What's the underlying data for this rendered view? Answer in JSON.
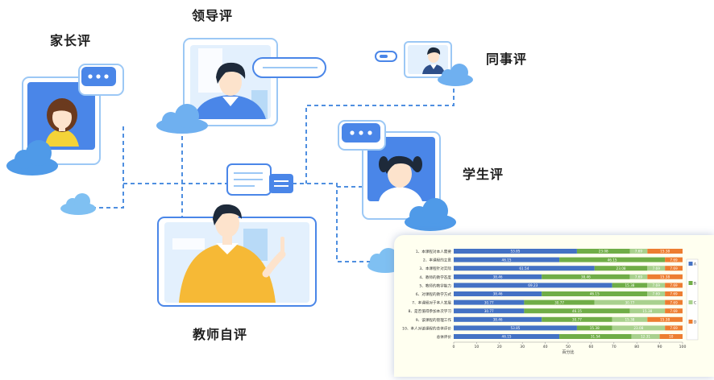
{
  "diagram": {
    "labels": {
      "parent": "家长评",
      "leader": "领导评",
      "colleague": "同事评",
      "student": "学生评",
      "self": "教师自评"
    },
    "colors": {
      "dashed_line": "#4f8fe0",
      "cloud": "#6fb0f0",
      "frame": "#9cc8f5",
      "accent_blue": "#4a86e8",
      "teacher_sweater": "#f6b936"
    }
  },
  "chart_data": {
    "type": "bar",
    "orientation": "horizontal",
    "stacked": true,
    "categories": [
      "1、本课程对本人需要",
      "2、本课程的立意",
      "3、本课程针对实际",
      "4、教师的教学态度",
      "5、教师的教学能力",
      "6、对课程的教学方式",
      "7、本课程对于本人发展",
      "8、是否值得参加本次学习",
      "9、该课程的管理工作",
      "10、本人对该课程的总体评价",
      "总体评价"
    ],
    "series": [
      {
        "name": "A",
        "color": "#4472c4",
        "values": [
          53.85,
          46.15,
          61.54,
          38.46,
          69.23,
          38.46,
          30.77,
          30.77,
          38.46,
          53.85,
          46.15
        ]
      },
      {
        "name": "B",
        "color": "#70ad47",
        "values": [
          23.08,
          46.15,
          23.08,
          38.46,
          15.38,
          46.15,
          30.77,
          46.15,
          30.77,
          15.38,
          31.54
        ]
      },
      {
        "name": "C",
        "color": "#a9d18e",
        "values": [
          7.69,
          0,
          7.69,
          7.69,
          7.69,
          7.69,
          30.77,
          15.38,
          15.38,
          23.08,
          12.31
        ]
      },
      {
        "name": "D",
        "color": "#ed7d31",
        "values": [
          15.38,
          7.69,
          7.69,
          15.38,
          7.69,
          7.69,
          7.69,
          7.69,
          15.38,
          7.69,
          10
        ]
      }
    ],
    "xlim": [
      0,
      100
    ],
    "xticks": [
      0,
      10,
      20,
      30,
      40,
      50,
      60,
      70,
      80,
      90,
      100
    ],
    "xlabel": "百分比",
    "legend": "right",
    "grid": false
  }
}
